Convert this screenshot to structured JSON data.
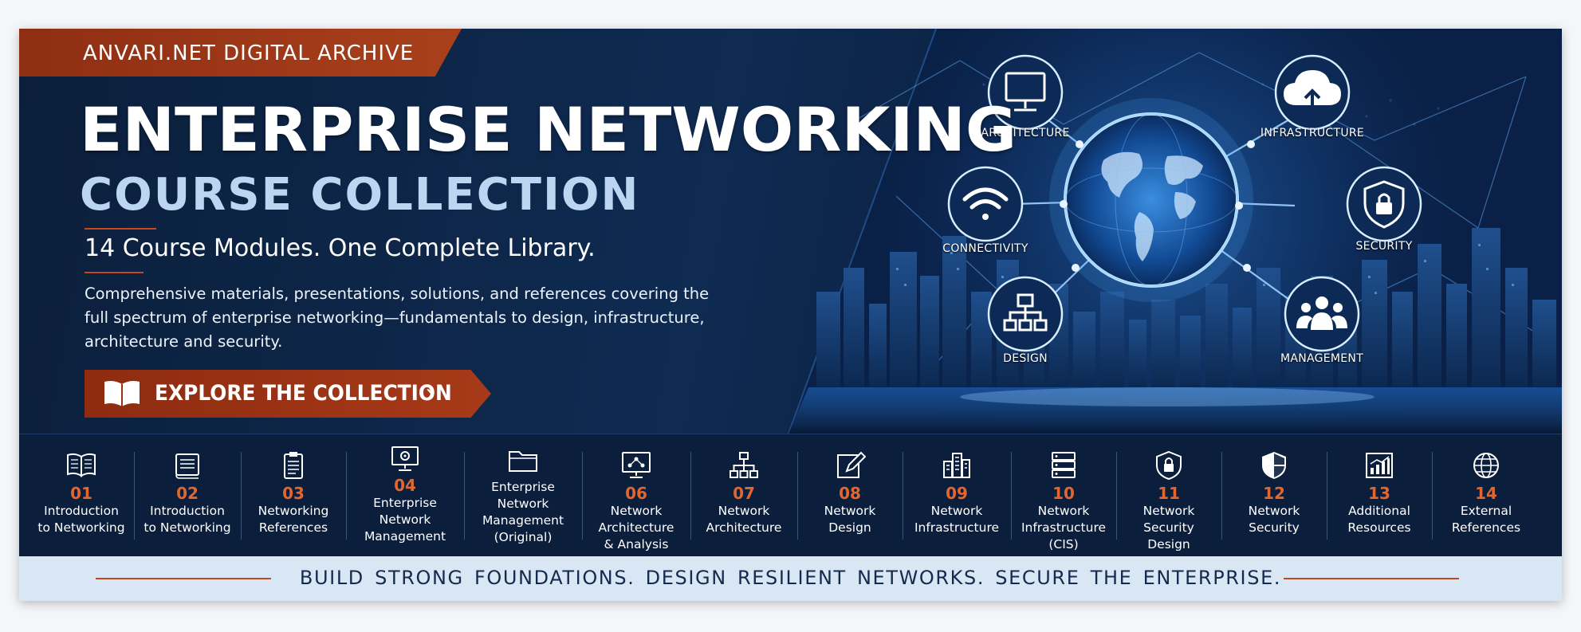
{
  "brand": {
    "archive_label": "ANVARI.NET DIGITAL ARCHIVE"
  },
  "hero": {
    "title_line1": "ENTERPRISE NETWORKING",
    "title_line2": "COURSE COLLECTION",
    "tagline": "14 Course Modules. One Complete Library.",
    "description": "Comprehensive materials, presentations, solutions, and references covering the full spectrum of enterprise networking—fundamentals to design, infrastructure, architecture and security.",
    "cta_label": "EXPLORE THE COLLECTION",
    "cta_chevron": "›"
  },
  "network_graphic": {
    "nodes": [
      {
        "label": "ARCHITECTURE",
        "icon": "monitor-icon"
      },
      {
        "label": "INFRASTRUCTURE",
        "icon": "cloud-upload-icon"
      },
      {
        "label": "CONNECTIVITY",
        "icon": "wifi-icon"
      },
      {
        "label": "SECURITY",
        "icon": "shield-lock-icon"
      },
      {
        "label": "DESIGN",
        "icon": "hierarchy-icon"
      },
      {
        "label": "MANAGEMENT",
        "icon": "users-icon"
      }
    ]
  },
  "modules": [
    {
      "number": "01",
      "title": "Introduction\nto Networking",
      "icon": "open-book-icon"
    },
    {
      "number": "02",
      "title": "Introduction\nto Networking",
      "icon": "book-icon"
    },
    {
      "number": "03",
      "title": "Networking\nReferences",
      "icon": "clipboard-icon"
    },
    {
      "number": "04",
      "title": "Enterprise\nNetwork\nManagement",
      "icon": "monitor-gear-icon"
    },
    {
      "number": "",
      "title": "Enterprise\nNetwork\nManagement\n(Original)",
      "icon": "folder-icon"
    },
    {
      "number": "06",
      "title": "Network\nArchitecture\n& Analysis",
      "icon": "monitor-network-icon"
    },
    {
      "number": "07",
      "title": "Network\nArchitecture",
      "icon": "hierarchy-icon"
    },
    {
      "number": "08",
      "title": "Network\nDesign",
      "icon": "pencil-edit-icon"
    },
    {
      "number": "09",
      "title": "Network\nInfrastructure",
      "icon": "buildings-icon"
    },
    {
      "number": "10",
      "title": "Network\nInfrastructure\n(CIS)",
      "icon": "server-icon"
    },
    {
      "number": "11",
      "title": "Network\nSecurity\nDesign",
      "icon": "shield-lock-icon"
    },
    {
      "number": "12",
      "title": "Network\nSecurity",
      "icon": "shield-icon"
    },
    {
      "number": "13",
      "title": "Additional\nResources",
      "icon": "chart-icon"
    },
    {
      "number": "14",
      "title": "External\nReferences",
      "icon": "globe-icon"
    }
  ],
  "slogan": "BUILD STRONG FOUNDATIONS.  DESIGN RESILIENT NETWORKS.  SECURE THE ENTERPRISE.",
  "colors": {
    "navy": "#0b1e3b",
    "accent_orange": "#a63a18",
    "module_number": "#e2672f",
    "title_light_blue": "#bcd6f2",
    "slogan_bar": "#d9e7f4"
  }
}
